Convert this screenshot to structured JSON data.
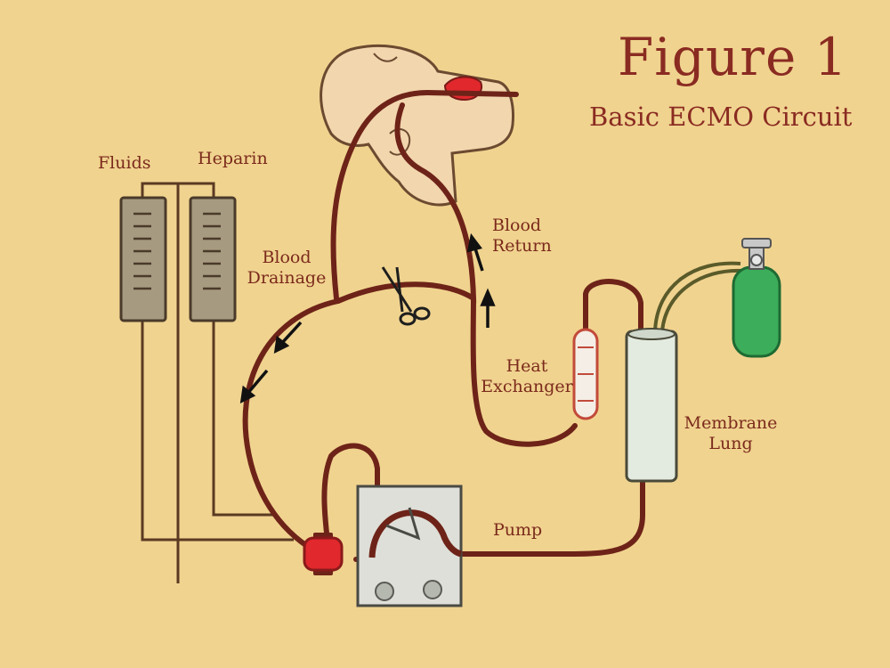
{
  "figure": {
    "title": "Figure 1",
    "subtitle": "Basic ECMO Circuit"
  },
  "labels": {
    "fluids": "Fluids",
    "heparin": "Heparin",
    "blood_drainage": [
      "Blood",
      "Drainage"
    ],
    "blood_return": [
      "Blood",
      "Return"
    ],
    "heat_exchanger": [
      "Heat",
      "Exchanger"
    ],
    "membrane_lung": [
      "Membrane",
      "Lung"
    ],
    "pump": "Pump"
  },
  "colors": {
    "background": "#f0d38f",
    "tubing": "#6e2318",
    "blood_red": "#e0282d",
    "label_text": "#7b2a1c",
    "oxygen_tank": "#3cad5a",
    "iv_bag": "#a69a80",
    "lung": "#e3ebe0",
    "pump_box": "#dedfd8"
  },
  "icons": [
    "patient-head-icon",
    "clamp-scissors-icon",
    "oxygen-tank-icon",
    "iv-bag-icon",
    "flow-arrow-icon"
  ]
}
